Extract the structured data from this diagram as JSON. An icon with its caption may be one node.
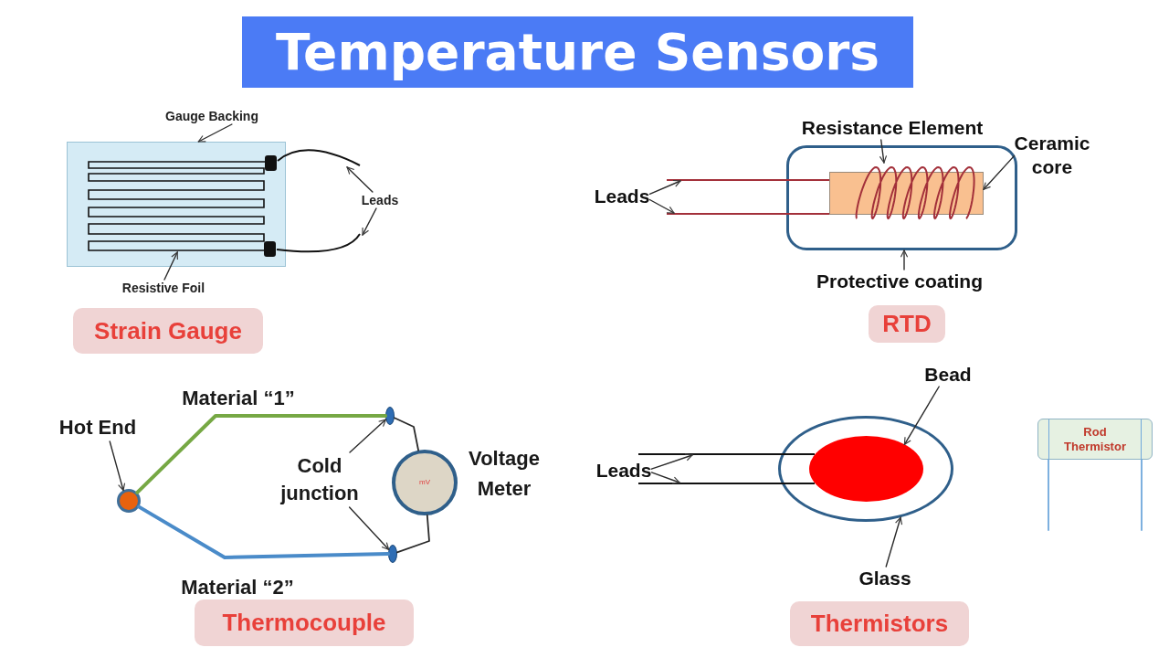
{
  "diagram": {
    "title": "Temperature Sensors",
    "nodes": [
      {
        "text": [
          "Gauge Backing"
        ]
      },
      {
        "text": [],
        "shape": "box"
      },
      {
        "text": [],
        "shape": "serpentine",
        "in": 1
      },
      {
        "text": [
          "Leads"
        ]
      },
      {
        "text": [
          "Resistive Foil"
        ]
      },
      {
        "text": [
          "Strain Gauge"
        ]
      },
      {
        "text": [
          "Resistance Element"
        ]
      },
      {
        "text": [
          "Ceramic core"
        ]
      },
      {
        "text": [
          "Leads"
        ]
      },
      {
        "text": [],
        "shape": "box"
      },
      {
        "text": [],
        "shape": "box",
        "in": 9
      },
      {
        "text": [],
        "shape": "coil",
        "in": 9
      },
      {
        "text": [
          "Protective coating"
        ]
      },
      {
        "text": [
          "RTD"
        ]
      },
      {
        "text": [
          "Hot End"
        ]
      },
      {
        "text": [],
        "shape": "circle"
      },
      {
        "text": [
          "Cold junction"
        ]
      },
      {
        "text": [],
        "shape": "ellipse"
      },
      {
        "text": [
          "mV"
        ],
        "beside": [
          "Voltage Meter"
        ]
      },
      {
        "text": [],
        "shape": "ellipse"
      },
      {
        "text": [
          "Thermocouple"
        ]
      },
      {
        "text": [
          "Bead"
        ]
      },
      {
        "text": [
          "Leads"
        ]
      },
      {
        "text": [],
        "shape": "ellipse"
      },
      {
        "text": [],
        "shape": "ellipse",
        "in": 23
      },
      {
        "text": [
          "Rod Thermistor"
        ]
      },
      {
        "text": [
          "Glass"
        ]
      },
      {
        "text": [
          "Thermistors"
        ]
      },
      {
        "text": [],
        "shape": "wire"
      },
      {
        "text": [],
        "shape": "wire"
      },
      {
        "text": [],
        "shape": "wire"
      },
      {
        "text": [],
        "shape": "wire"
      },
      {
        "text": [],
        "shape": "wire"
      },
      {
        "text": [],
        "shape": "wire"
      }
    ],
    "edges": [
      {
        "from": 0,
        "to": 1,
        "arrow": "to"
      },
      {
        "from": 3,
        "to": 28,
        "arrow": "to"
      },
      {
        "from": 3,
        "to": 29,
        "arrow": "to"
      },
      {
        "from": 4,
        "to": 2,
        "arrow": "to"
      },
      {
        "from": 6,
        "to": 11,
        "arrow": "to"
      },
      {
        "from": 7,
        "to": 10,
        "arrow": "to"
      },
      {
        "from": 8,
        "to": 30,
        "arrow": "to"
      },
      {
        "from": 8,
        "to": 31,
        "arrow": "to"
      },
      {
        "from": 12,
        "to": 9,
        "arrow": "to"
      },
      {
        "from": 14,
        "to": 15,
        "arrow": "to"
      },
      {
        "from": 16,
        "to": 17,
        "arrow": "to"
      },
      {
        "from": 16,
        "to": 19,
        "arrow": "to"
      },
      {
        "from": 15,
        "to": 17,
        "label": "Material “1”",
        "arrow": "none",
        "style": "thick",
        "color": "#76a844"
      },
      {
        "from": 15,
        "to": 19,
        "label": "Material “2”",
        "arrow": "none",
        "style": "thick",
        "color": "#4a8bc9"
      },
      {
        "from": 17,
        "to": 18,
        "arrow": "none"
      },
      {
        "from": 18,
        "to": 19,
        "arrow": "none"
      },
      {
        "from": 21,
        "to": 24,
        "arrow": "to"
      },
      {
        "from": 22,
        "to": 32,
        "arrow": "to"
      },
      {
        "from": 22,
        "to": 33,
        "arrow": "to"
      },
      {
        "from": 26,
        "to": 23,
        "arrow": "to"
      },
      {
        "from": 25,
        "to": null,
        "arrow": "none",
        "color": "#6fa8dc"
      },
      {
        "from": 25,
        "to": null,
        "arrow": "none",
        "color": "#6fa8dc"
      }
    ]
  }
}
